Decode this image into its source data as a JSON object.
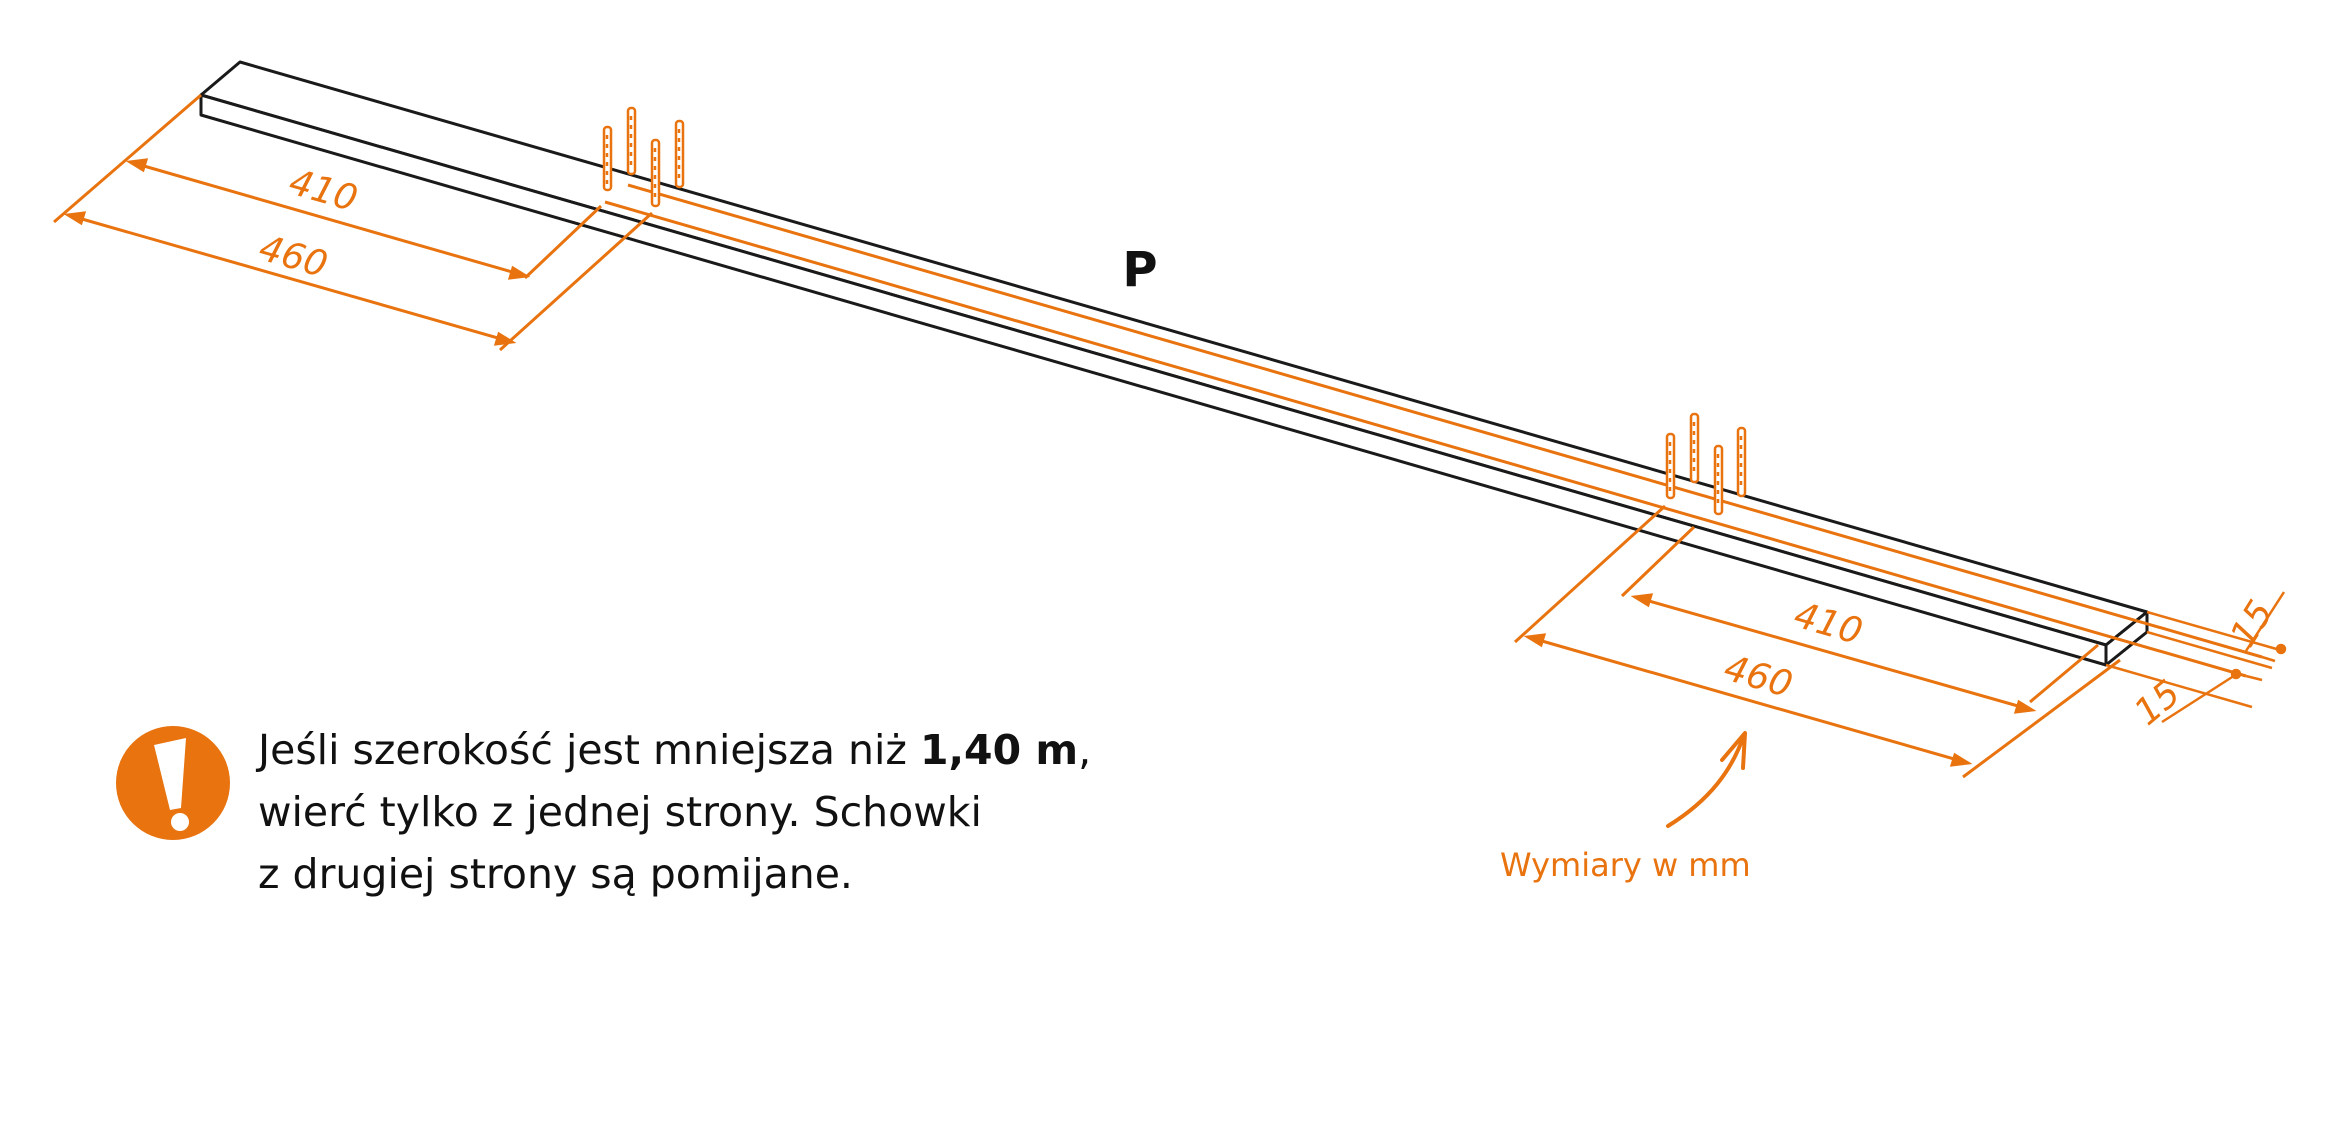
{
  "colors": {
    "accent": "#e8730f",
    "outline": "#1a1a1a",
    "text": "#111111",
    "background": "#ffffff"
  },
  "part_label": "P",
  "dimensions": {
    "left_inner": "410",
    "left_outer": "460",
    "right_inner": "410",
    "right_outer": "460",
    "edge_top": "15",
    "edge_bottom": "15"
  },
  "units_note": "Wymiary w mm",
  "warning": {
    "icon": "exclamation-icon",
    "line1_pre": "Jeśli szerokość jest mniejsza niż ",
    "line1_bold": "1,40 m",
    "line1_post": ",",
    "line2": "wierć tylko z jednej strony. Schowki",
    "line3": "z drugiej strony są pomijane."
  }
}
